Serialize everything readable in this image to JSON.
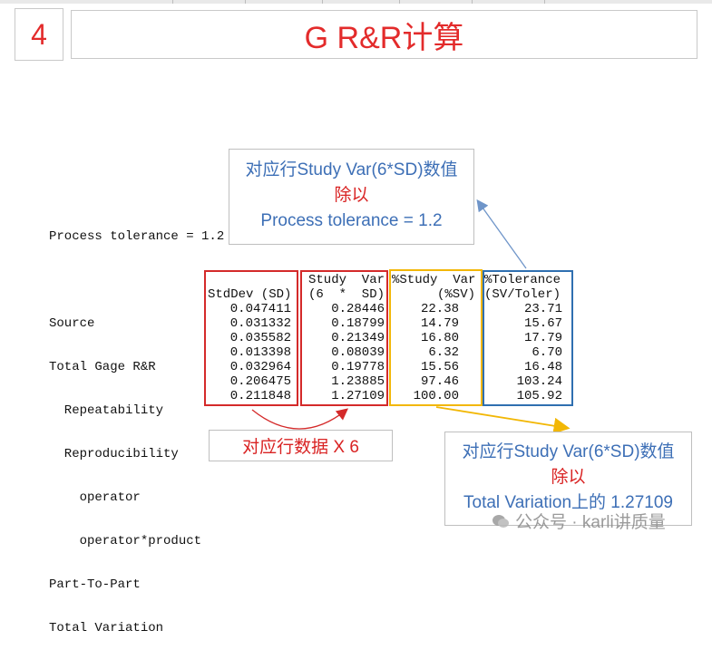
{
  "slide": {
    "number": "4",
    "title": "G R&R计算"
  },
  "process_tolerance": "Process tolerance = 1.2",
  "callout_top": {
    "line1": "对应行Study Var(6*SD)数值",
    "line2": "除以",
    "line3": "Process tolerance = 1.2"
  },
  "callout_bottom": {
    "line1": "对应行Study Var(6*SD)数值",
    "line2": "除以",
    "line3": "Total Variation上的 1.27109"
  },
  "multiply_note": "对应行数据 X 6",
  "table": {
    "source_header": "Source",
    "rows": [
      "Total Gage R&R",
      "  Repeatability",
      "  Reproducibility",
      "    operator",
      "    operator*product",
      "Part-To-Part",
      "Total Variation"
    ],
    "stddev_header": "StdDev (SD)",
    "stddev": [
      "0.047411",
      "0.031332",
      "0.035582",
      "0.013398",
      "0.032964",
      "0.206475",
      "0.211848"
    ],
    "studyvar_header1": "Study  Var",
    "studyvar_header2": "(6  *  SD)",
    "studyvar": [
      "0.28446",
      "0.18799",
      "0.21349",
      "0.08039",
      "0.19778",
      "1.23885",
      "1.27109"
    ],
    "pctstudy_header1": "%Study  Var",
    "pctstudy_header2": "(%SV)",
    "pctstudy": [
      "22.38",
      "14.79",
      "16.80",
      "6.32",
      "15.56",
      "97.46",
      "100.00"
    ],
    "pcttol_header1": "%Tolerance",
    "pcttol_header2": "(SV/Toler)",
    "pcttol": [
      "23.71",
      "15.67",
      "17.79",
      "6.70",
      "16.48",
      "103.24",
      "105.92"
    ]
  },
  "watermark": "公众号 · karli讲质量",
  "colors": {
    "title_red": "#e32b2b",
    "callout_blue": "#3d6fb6",
    "frame_red": "#d42a2a",
    "frame_yellow": "#f2b705",
    "frame_blue": "#2f6fb0"
  }
}
